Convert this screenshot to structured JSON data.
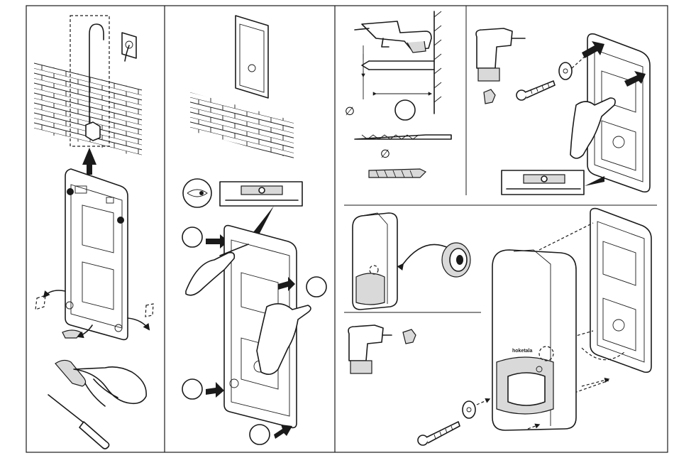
{
  "manual": {
    "brand_text": "hoketala",
    "diameter_symbols": [
      "∅",
      "∅"
    ],
    "panels": [
      {
        "id": "prepare-backplate"
      },
      {
        "id": "mark-holes"
      },
      {
        "id": "drill-holes"
      },
      {
        "id": "screw-backplate"
      },
      {
        "id": "insert-grommet"
      },
      {
        "id": "mount-housing"
      }
    ]
  },
  "colors": {
    "ink": "#1a1a1a",
    "paper": "#ffffff",
    "shade": "#d9d9d9"
  }
}
